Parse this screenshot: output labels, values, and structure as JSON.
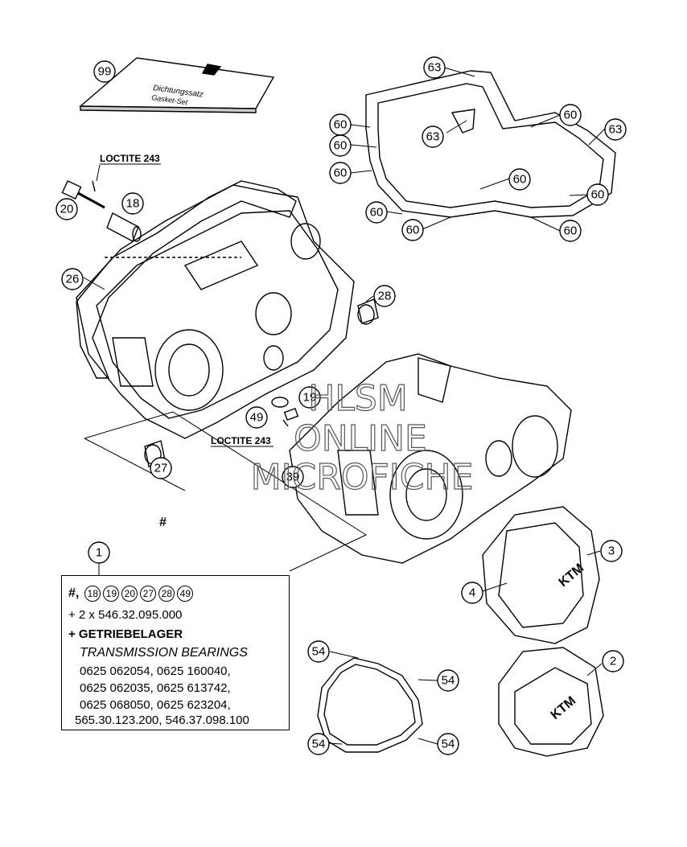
{
  "callouts": {
    "c99": "99",
    "c63a": "63",
    "c63b": "63",
    "c63c": "63",
    "c60a": "60",
    "c60b": "60",
    "c60c": "60",
    "c60d": "60",
    "c60e": "60",
    "c60f": "60",
    "c60g": "60",
    "c60h": "60",
    "c60i": "60",
    "c20": "20",
    "c18": "18",
    "c26": "26",
    "c28": "28",
    "c49": "49",
    "c19": "19",
    "c27": "27",
    "c39": "39",
    "c1": "1",
    "c3": "3",
    "c4": "4",
    "c2": "2",
    "c54a": "54",
    "c54b": "54",
    "c54c": "54",
    "c54d": "54"
  },
  "labels": {
    "loctite_top": "LOCTITE 243",
    "loctite_mid": "LOCTITE 243",
    "hash_mark": "#",
    "gasket_title": "Dichtungssatz",
    "gasket_sub": "Gasket-Set"
  },
  "watermark": {
    "l1": "HLSM",
    "l2": "ONLINE",
    "l3": "MICROFICHE"
  },
  "legend": {
    "hash": "#,",
    "refs": [
      "18",
      "19",
      "20",
      "27",
      "28",
      "49"
    ],
    "line2": "+ 2 x 546.32.095.000",
    "line3": "+ GETRIEBELAGER",
    "line4": "TRANSMISSION BEARINGS",
    "line5": "0625 062054, 0625 160040,",
    "line6": "0625 062035, 0625 613742,",
    "line7": "0625 068050, 0625 623204,",
    "line8": "565.30.123.200, 546.37.098.100"
  }
}
